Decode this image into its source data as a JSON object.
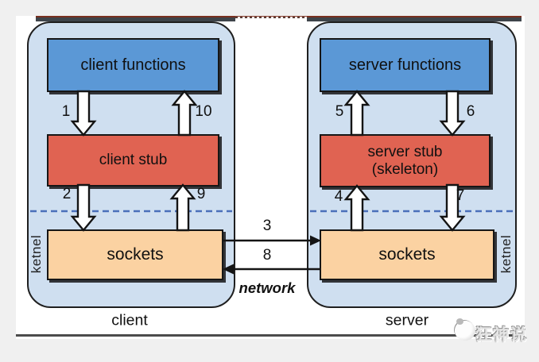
{
  "client_panel": {
    "caption": "client",
    "kernel_label": "ketnel",
    "functions_box": "client functions",
    "stub_box": "client stub",
    "sockets_box": "sockets"
  },
  "server_panel": {
    "caption": "server",
    "kernel_label": "ketnel",
    "functions_box": "server functions",
    "stub_line1": "server stub",
    "stub_line2": "(skeleton)",
    "sockets_box": "sockets"
  },
  "network_label": "network",
  "steps": {
    "s1": "1",
    "s2": "2",
    "s3": "3",
    "s4": "4",
    "s5": "5",
    "s6": "6",
    "s7": "7",
    "s8": "8",
    "s9": "9",
    "s10": "10"
  },
  "watermark": {
    "text": "狂神说"
  },
  "colors": {
    "panel_fill": "#cfdff0",
    "functions_box_fill": "#5b98d6",
    "stub_box_fill": "#e06352",
    "sockets_box_fill": "#fbd2a2",
    "kernel_divider_dash": "#4a6fba",
    "page_background": "#f0f0f0"
  }
}
